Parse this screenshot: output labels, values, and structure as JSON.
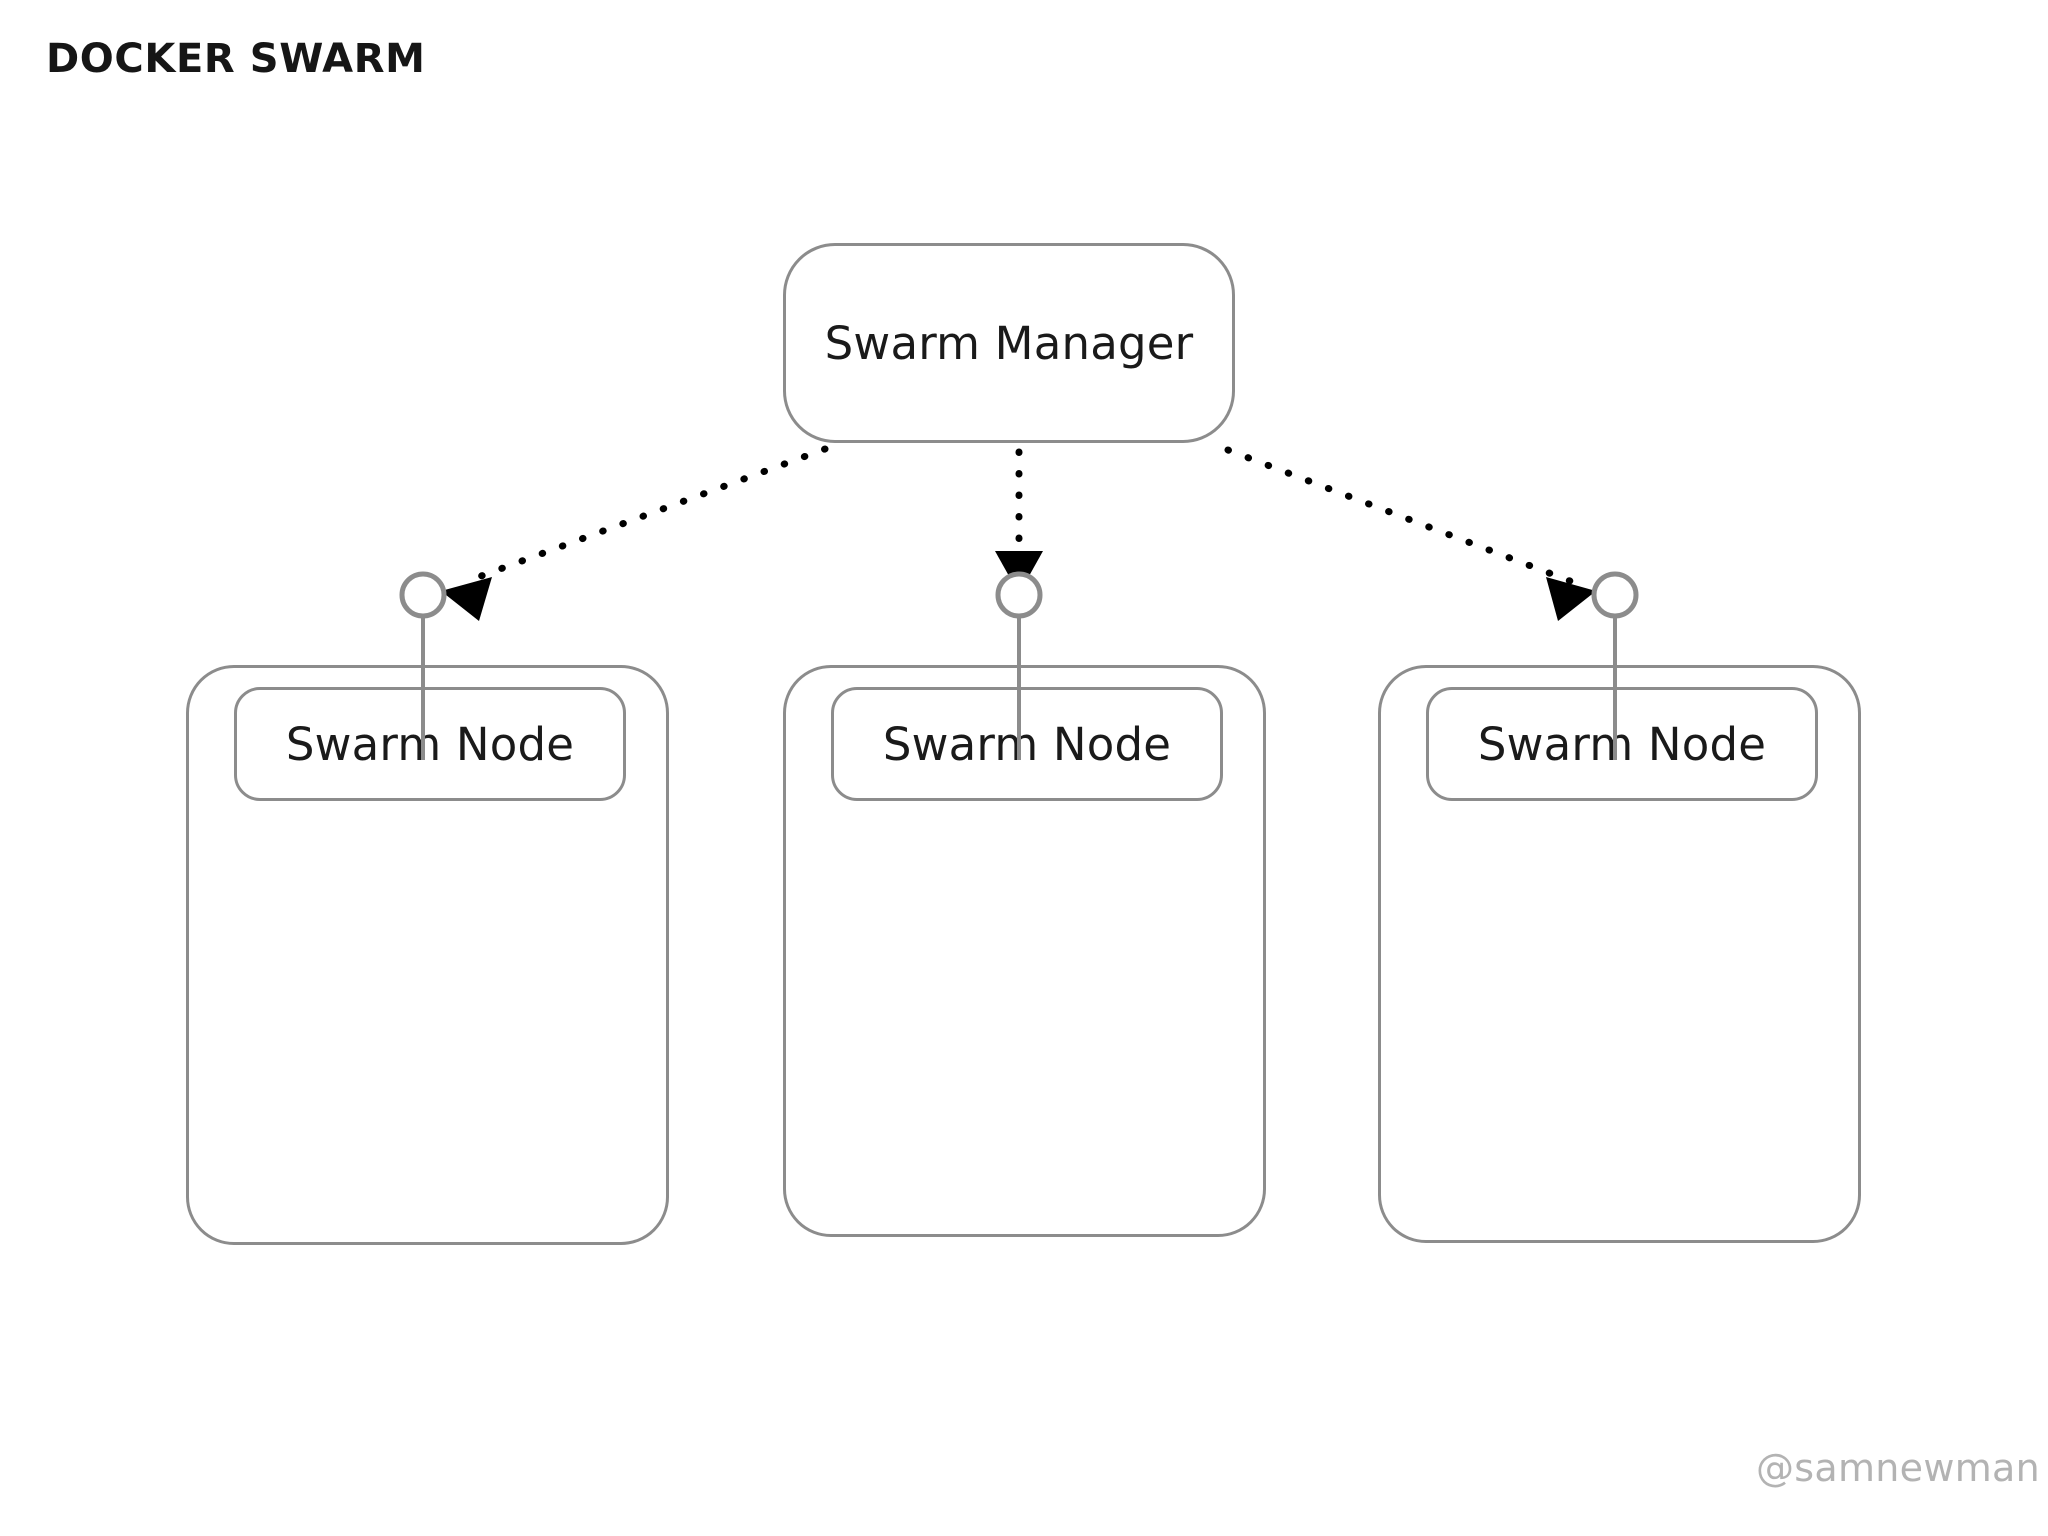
{
  "slide": {
    "title": "DOCKER SWARM",
    "background_color": "#ffffff",
    "watermark": "@samnewman"
  },
  "palette": {
    "shape_stroke": "#8c8c8c",
    "text_color": "#1a1a1a",
    "title_color": "#161616",
    "connector_color": "#000000",
    "watermark_color": "#b3b3b3"
  },
  "diagram": {
    "type": "node-tree",
    "manager": {
      "label": "Swarm Manager",
      "shape": "rounded-rectangle"
    },
    "nodes": [
      {
        "label": "Swarm Node",
        "shape": "rounded-rectangle",
        "port": "lollipop-circle"
      },
      {
        "label": "Swarm Node",
        "shape": "rounded-rectangle",
        "port": "lollipop-circle"
      },
      {
        "label": "Swarm Node",
        "shape": "rounded-rectangle",
        "port": "lollipop-circle"
      }
    ],
    "connectors": [
      {
        "from": "Swarm Manager",
        "to": "Swarm Node",
        "style": "dotted",
        "arrowhead": "filled-triangle"
      },
      {
        "from": "Swarm Manager",
        "to": "Swarm Node",
        "style": "dotted",
        "arrowhead": "filled-triangle"
      },
      {
        "from": "Swarm Manager",
        "to": "Swarm Node",
        "style": "dotted",
        "arrowhead": "filled-triangle"
      }
    ]
  }
}
